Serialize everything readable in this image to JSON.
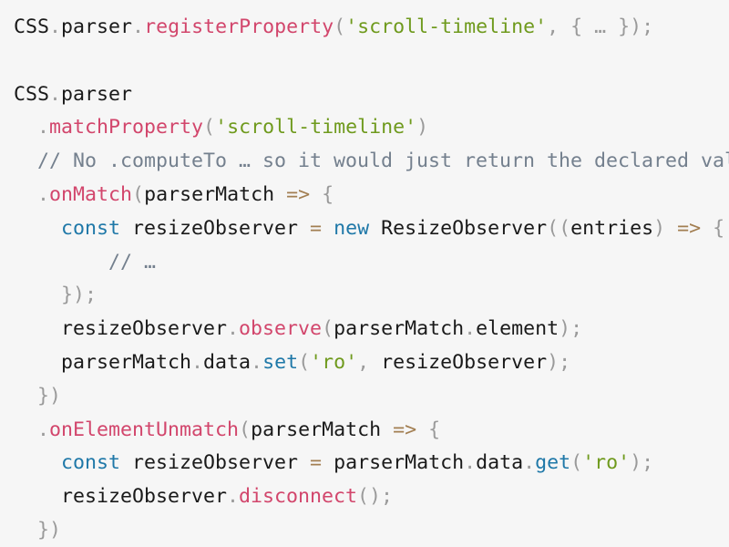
{
  "code": {
    "lines": [
      [
        {
          "t": "CSS",
          "c": "tx"
        },
        {
          "t": ".",
          "c": "p"
        },
        {
          "t": "parser",
          "c": "tx"
        },
        {
          "t": ".",
          "c": "p"
        },
        {
          "t": "registerProperty",
          "c": "fn"
        },
        {
          "t": "(",
          "c": "p"
        },
        {
          "t": "'scroll-timeline'",
          "c": "str"
        },
        {
          "t": ", { … });",
          "c": "p"
        }
      ],
      [],
      [
        {
          "t": "CSS",
          "c": "tx"
        },
        {
          "t": ".",
          "c": "p"
        },
        {
          "t": "parser",
          "c": "tx"
        }
      ],
      [
        {
          "t": "  ",
          "c": "tx"
        },
        {
          "t": ".",
          "c": "p"
        },
        {
          "t": "matchProperty",
          "c": "fn"
        },
        {
          "t": "(",
          "c": "p"
        },
        {
          "t": "'scroll-timeline'",
          "c": "str"
        },
        {
          "t": ")",
          "c": "p"
        }
      ],
      [
        {
          "t": "  // No .computeTo … so it would just return the declared value",
          "c": "cm"
        }
      ],
      [
        {
          "t": "  ",
          "c": "tx"
        },
        {
          "t": ".",
          "c": "p"
        },
        {
          "t": "onMatch",
          "c": "fn"
        },
        {
          "t": "(",
          "c": "p"
        },
        {
          "t": "parserMatch ",
          "c": "tx"
        },
        {
          "t": "=>",
          "c": "op"
        },
        {
          "t": " {",
          "c": "p"
        }
      ],
      [
        {
          "t": "    ",
          "c": "tx"
        },
        {
          "t": "const",
          "c": "kw"
        },
        {
          "t": " resizeObserver ",
          "c": "tx"
        },
        {
          "t": "=",
          "c": "op"
        },
        {
          "t": " ",
          "c": "tx"
        },
        {
          "t": "new",
          "c": "kw"
        },
        {
          "t": " ResizeObserver",
          "c": "tx"
        },
        {
          "t": "((",
          "c": "p"
        },
        {
          "t": "entries",
          "c": "tx"
        },
        {
          "t": ") ",
          "c": "p"
        },
        {
          "t": "=>",
          "c": "op"
        },
        {
          "t": " {",
          "c": "p"
        }
      ],
      [
        {
          "t": "        // …",
          "c": "cm"
        }
      ],
      [
        {
          "t": "    });",
          "c": "p"
        }
      ],
      [
        {
          "t": "    resizeObserver",
          "c": "tx"
        },
        {
          "t": ".",
          "c": "p"
        },
        {
          "t": "observe",
          "c": "fn"
        },
        {
          "t": "(",
          "c": "p"
        },
        {
          "t": "parserMatch",
          "c": "tx"
        },
        {
          "t": ".",
          "c": "p"
        },
        {
          "t": "element",
          "c": "tx"
        },
        {
          "t": ");",
          "c": "p"
        }
      ],
      [
        {
          "t": "    parserMatch",
          "c": "tx"
        },
        {
          "t": ".",
          "c": "p"
        },
        {
          "t": "data",
          "c": "tx"
        },
        {
          "t": ".",
          "c": "p"
        },
        {
          "t": "set",
          "c": "kw"
        },
        {
          "t": "(",
          "c": "p"
        },
        {
          "t": "'ro'",
          "c": "str"
        },
        {
          "t": ", ",
          "c": "p"
        },
        {
          "t": "resizeObserver",
          "c": "tx"
        },
        {
          "t": ");",
          "c": "p"
        }
      ],
      [
        {
          "t": "  })",
          "c": "p"
        }
      ],
      [
        {
          "t": "  ",
          "c": "tx"
        },
        {
          "t": ".",
          "c": "p"
        },
        {
          "t": "onElementUnmatch",
          "c": "fn"
        },
        {
          "t": "(",
          "c": "p"
        },
        {
          "t": "parserMatch ",
          "c": "tx"
        },
        {
          "t": "=>",
          "c": "op"
        },
        {
          "t": " {",
          "c": "p"
        }
      ],
      [
        {
          "t": "    ",
          "c": "tx"
        },
        {
          "t": "const",
          "c": "kw"
        },
        {
          "t": " resizeObserver ",
          "c": "tx"
        },
        {
          "t": "=",
          "c": "op"
        },
        {
          "t": " parserMatch",
          "c": "tx"
        },
        {
          "t": ".",
          "c": "p"
        },
        {
          "t": "data",
          "c": "tx"
        },
        {
          "t": ".",
          "c": "p"
        },
        {
          "t": "get",
          "c": "kw"
        },
        {
          "t": "(",
          "c": "p"
        },
        {
          "t": "'ro'",
          "c": "str"
        },
        {
          "t": ");",
          "c": "p"
        }
      ],
      [
        {
          "t": "    resizeObserver",
          "c": "tx"
        },
        {
          "t": ".",
          "c": "p"
        },
        {
          "t": "disconnect",
          "c": "fn"
        },
        {
          "t": "();",
          "c": "p"
        }
      ],
      [
        {
          "t": "  })",
          "c": "p"
        }
      ]
    ]
  }
}
